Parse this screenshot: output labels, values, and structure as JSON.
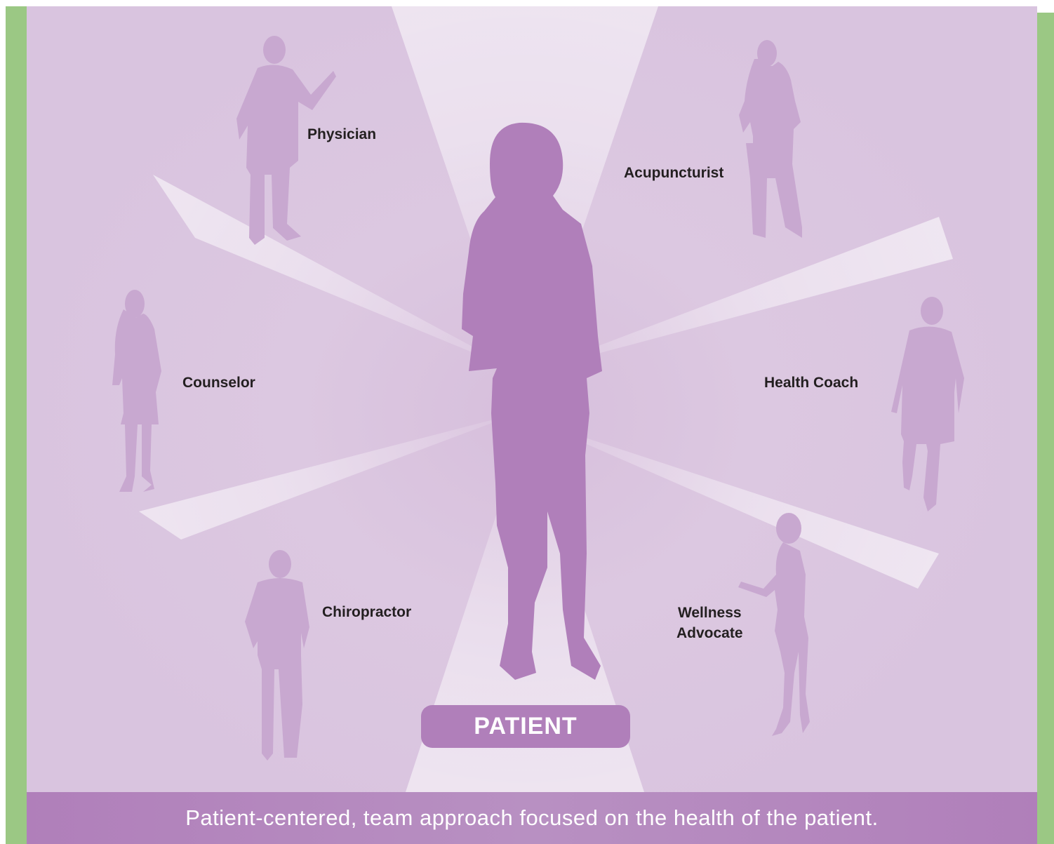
{
  "diagram": {
    "center_label": "PATIENT",
    "roles": {
      "physician": "Physician",
      "acupuncturist": "Acupuncturist",
      "counselor": "Counselor",
      "health_coach": "Health Coach",
      "chiropractor": "Chiropractor",
      "wellness_advocate": [
        "Wellness",
        "Advocate"
      ]
    },
    "caption": "Patient-centered, team approach focused on the health of the patient."
  },
  "colors": {
    "frame_green": "#9bc884",
    "background_lavender": "#dcc8e1",
    "patient_purple": "#b07fba",
    "team_silhouette": "#c8a8d0",
    "label_text": "#231f20"
  }
}
